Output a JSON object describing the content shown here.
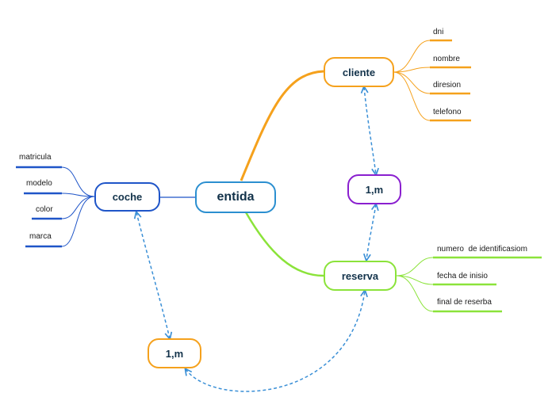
{
  "colors": {
    "central": "#2b8fd0",
    "blue": "#1f55c8",
    "orange": "#f5a11c",
    "green": "#8be33a",
    "purple": "#8a1fcf",
    "relation": "#3a8fd6"
  },
  "central": {
    "label": "entida"
  },
  "nodes": {
    "cliente": {
      "label": "cliente",
      "attributes": [
        "dni",
        "nombre",
        "diresion",
        "telefono"
      ]
    },
    "coche": {
      "label": "coche",
      "attributes": [
        "matricula",
        "modelo",
        "color",
        "marca"
      ]
    },
    "reserva": {
      "label": "reserva",
      "attributes": [
        "numero  de identificasiom",
        "fecha de inisio",
        "final de reserba"
      ]
    }
  },
  "relations": {
    "cliente_reserva": {
      "label": "1,m"
    },
    "coche_reserva": {
      "label": "1,m"
    }
  }
}
